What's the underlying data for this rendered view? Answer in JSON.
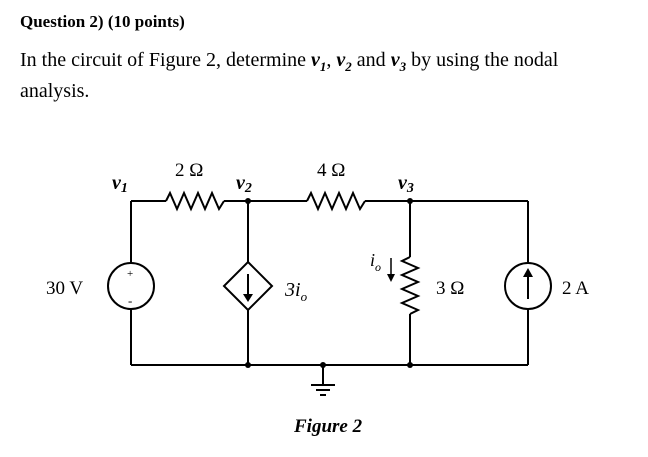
{
  "question": {
    "title": "Question 2) (10 points)",
    "intro": "In the circuit of Figure 2, determine",
    "v1": "v",
    "v1_sub": "1",
    "sep1": ",",
    "v2": "v",
    "v2_sub": "2",
    "and": "and",
    "v3": "v",
    "v3_sub": "3",
    "rest": "by using the nodal analysis."
  },
  "figure": {
    "caption": "Figure 2",
    "nodes": {
      "v1": {
        "name": "v",
        "sub": "1"
      },
      "v2": {
        "name": "v",
        "sub": "2"
      },
      "v3": {
        "name": "v",
        "sub": "3"
      }
    },
    "components": {
      "r1": "2 Ω",
      "r2": "4 Ω",
      "r3": "3 Ω",
      "vsource": "30 V",
      "isource": "2 A",
      "dep_source_coef": "3i",
      "dep_source_sub": "o",
      "io": "i",
      "io_sub": "o",
      "plus": "+",
      "minus": "-"
    }
  }
}
